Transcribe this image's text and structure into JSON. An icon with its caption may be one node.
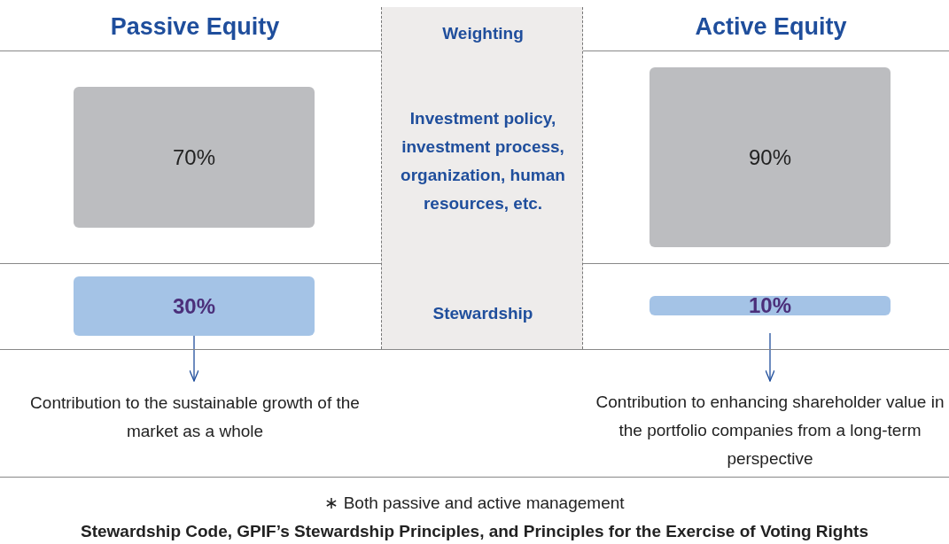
{
  "diagram": {
    "nodes": [
      {
        "text": [
          "70%"
        ]
      },
      {
        "text": [
          "Weighting",
          "Investment policy, investment process, organization, human resources, etc.",
          "Stewardship"
        ]
      },
      {
        "text": [
          "90%"
        ]
      },
      {
        "text": [
          "30%"
        ]
      },
      {
        "text": [
          "10%"
        ]
      },
      {
        "text": [
          "Contribution to the sustainable growth of the market as a whole"
        ]
      },
      {
        "text": [
          "Contribution to enhancing shareholder value in the portfolio companies from a long-term perspective"
        ]
      }
    ],
    "edges": [
      {
        "from": 3,
        "to": 5,
        "arrow": "to"
      },
      {
        "from": 4,
        "to": 6,
        "arrow": "to"
      }
    ],
    "labels": [
      "Passive Equity",
      "Active Equity",
      "∗ Both passive and active management",
      "Stewardship Code, GPIF’s Stewardship Principles, and Principles for the Exercise of Voting Rights"
    ]
  }
}
